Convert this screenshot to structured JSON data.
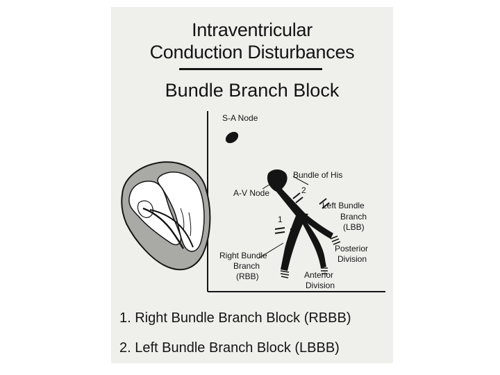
{
  "title_line1": "Intraventricular",
  "title_line2": "Conduction Disturbances",
  "subtitle": "Bundle Branch Block",
  "labels": {
    "sa_node": "S-A Node",
    "av_node": "A-V Node",
    "bundle_of_his": "Bundle of His",
    "lbb_line1": "Left Bundle",
    "lbb_line2": "Branch",
    "lbb_line3": "(LBB)",
    "rbb_line1": "Right Bundle",
    "rbb_line2": "Branch",
    "rbb_line3": "(RBB)",
    "posterior_line1": "Posterior",
    "posterior_line2": "Division",
    "anterior_line1": "Anterior",
    "anterior_line2": "Division",
    "marker_1": "1",
    "marker_2": "2"
  },
  "list": [
    "1. Right Bundle Branch Block (RBBB)",
    "2. Left Bundle Branch Block (LBBB)"
  ]
}
